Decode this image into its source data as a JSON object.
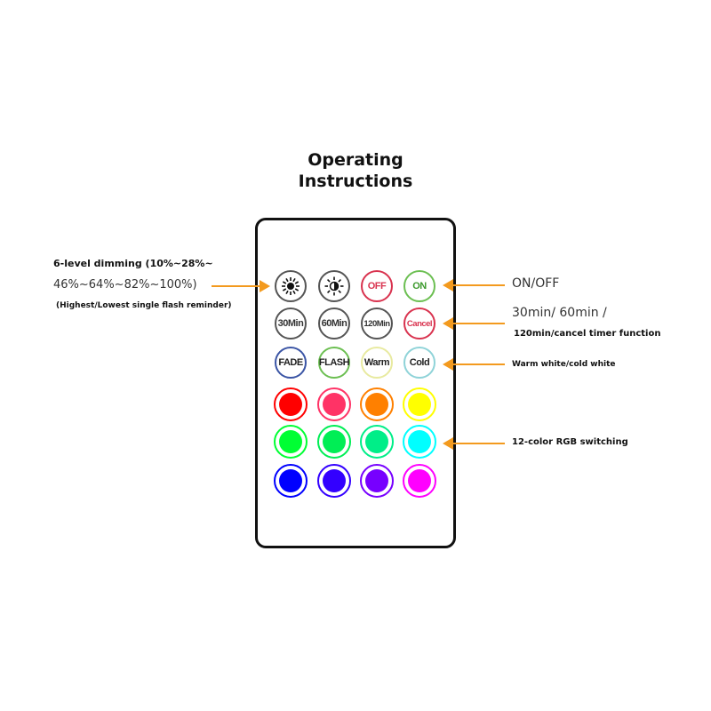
{
  "title": {
    "line1": "Operating",
    "line2": "Instructions"
  },
  "buttons": [
    {
      "label": "",
      "icon": "brightness-up-icon",
      "color": "#555555",
      "text_color": "#222222"
    },
    {
      "label": "",
      "icon": "brightness-down-icon",
      "color": "#555555",
      "text_color": "#222222"
    },
    {
      "label": "OFF",
      "color": "#d9334f",
      "text_color": "#d9334f"
    },
    {
      "label": "ON",
      "color": "#6cbf52",
      "text_color": "#3d9a2e"
    },
    {
      "label": "30Min",
      "color": "#555555",
      "text_color": "#333333"
    },
    {
      "label": "60Min",
      "color": "#555555",
      "text_color": "#333333"
    },
    {
      "label": "120Min",
      "color": "#555555",
      "text_color": "#333333"
    },
    {
      "label": "Cancel",
      "color": "#d9334f",
      "text_color": "#d9334f"
    },
    {
      "label": "FADE",
      "color": "#3b55a5",
      "text_color": "#222222"
    },
    {
      "label": "FLASH",
      "color": "#6cbf52",
      "text_color": "#222222"
    },
    {
      "label": "Warm",
      "color": "#e8eaa0",
      "text_color": "#222222"
    },
    {
      "label": "Cold",
      "color": "#8fd3d8",
      "text_color": "#222222"
    }
  ],
  "color_buttons": [
    "#ff0000",
    "#ff3366",
    "#ff8000",
    "#ffff00",
    "#00ff33",
    "#00ee55",
    "#00ee88",
    "#00ffff",
    "#0000ff",
    "#3300ff",
    "#7700ff",
    "#ff00ff"
  ],
  "annotations": {
    "dimming_line1": "6-level dimming (10%~28%~",
    "dimming_line2": "46%~64%~82%~100%)",
    "dimming_line3": "(Highest/Lowest single flash reminder)",
    "onoff": "ON/OFF",
    "timer_line1": "30min/ 60min /",
    "timer_line2": "120min/cancel timer function",
    "warm_cold": "Warm white/cold white",
    "rgb": "12-color RGB switching"
  },
  "accent_color": "#f39a1e"
}
